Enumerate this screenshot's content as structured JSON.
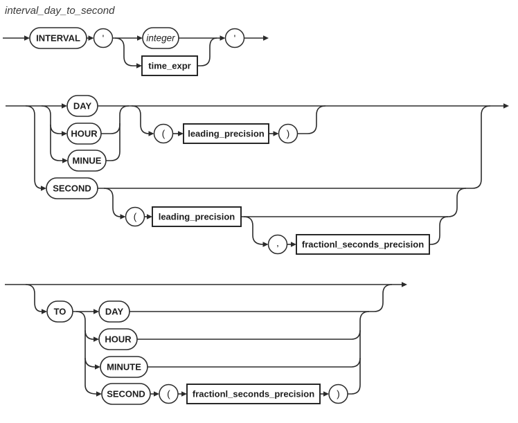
{
  "title": "interval_day_to_second",
  "colors": {
    "rail": "#2b2b2b",
    "text": "#1d1d1d",
    "box_border": "#1d1d1d",
    "background": "#ffffff"
  },
  "row1": {
    "interval": "INTERVAL",
    "open_quote": "'",
    "integer": "integer",
    "time_expr": "time_expr",
    "close_quote": "'"
  },
  "row2": {
    "day": "DAY",
    "hour": "HOUR",
    "minue": "MINUE",
    "second": "SECOND",
    "open_paren": "(",
    "leading_precision": "leading_precision",
    "close_paren": ")",
    "second_open_paren": "(",
    "second_leading_precision": "leading_precision",
    "comma": ",",
    "fractional_seconds_precision": "fractionl_seconds_precision"
  },
  "row3": {
    "to": "TO",
    "day": "DAY",
    "hour": "HOUR",
    "minute": "MINUTE",
    "second": "SECOND",
    "open_paren": "(",
    "fractional_seconds_precision": "fractionl_seconds_precision",
    "close_paren": ")"
  }
}
